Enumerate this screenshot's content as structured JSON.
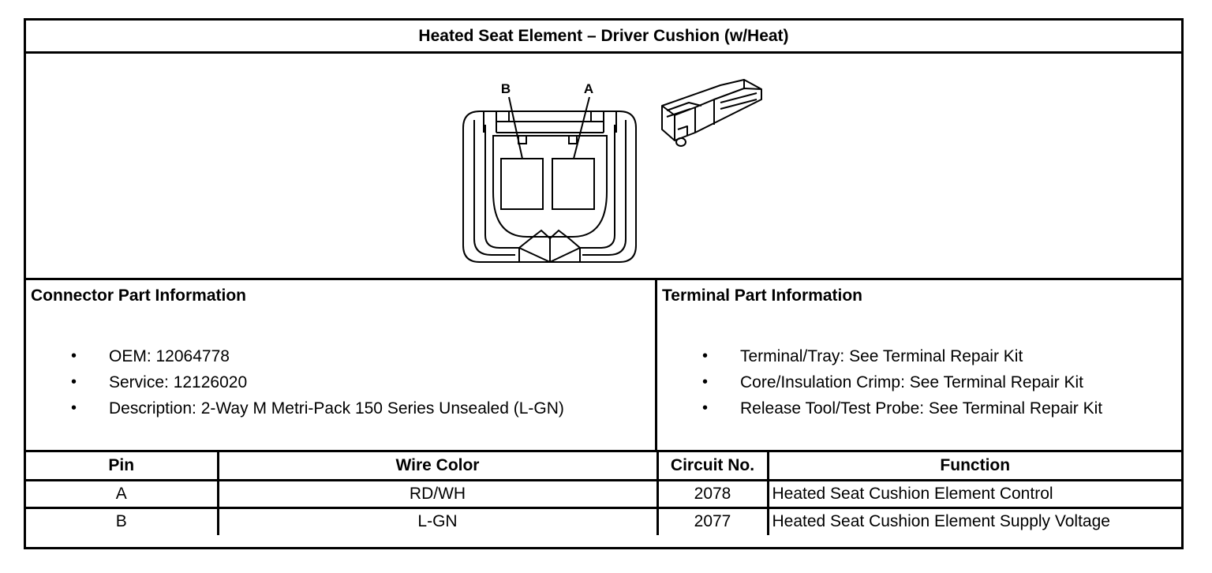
{
  "title": "Heated Seat Element – Driver Cushion (w/Heat)",
  "diagram": {
    "pin_labels": [
      "B",
      "A"
    ]
  },
  "connector_info": {
    "heading": "Connector Part Information",
    "items": [
      "OEM: 12064778",
      "Service: 12126020",
      "Description: 2-Way M Metri-Pack 150 Series Unsealed (L-GN)"
    ]
  },
  "terminal_info": {
    "heading": "Terminal Part Information",
    "items": [
      "Terminal/Tray: See Terminal Repair Kit",
      "Core/Insulation Crimp: See Terminal Repair Kit",
      "Release Tool/Test Probe: See Terminal Repair Kit"
    ]
  },
  "bullet": "•",
  "table": {
    "headers": [
      "Pin",
      "Wire Color",
      "Circuit No.",
      "Function"
    ],
    "rows": [
      [
        "A",
        "RD/WH",
        "2078",
        "Heated Seat Cushion Element Control"
      ],
      [
        "B",
        "L-GN",
        "2077",
        "Heated Seat Cushion Element Supply Voltage"
      ]
    ]
  }
}
